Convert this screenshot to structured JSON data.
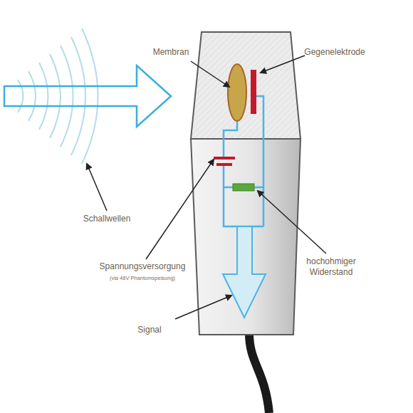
{
  "diagram": {
    "labels": [
      "Membran",
      "Gegenelektrode",
      "Schallwellen",
      "Spannungsversorgung",
      "(via 48V Phantomspeisung)",
      "hochohmiger Widerstand",
      "Signal"
    ]
  }
}
